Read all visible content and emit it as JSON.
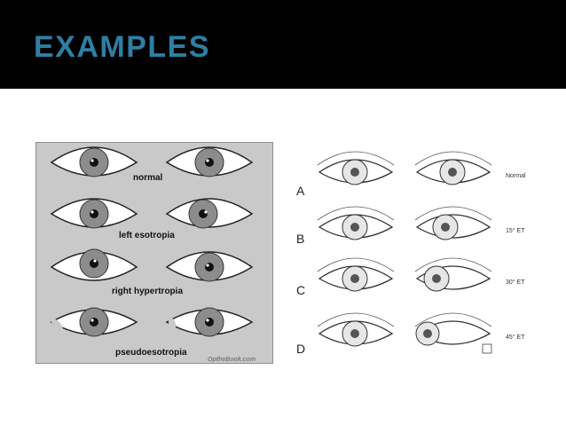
{
  "slide": {
    "title": "EXAMPLES",
    "header_color": "#000000",
    "title_color": "#2e7fa3"
  },
  "left_figure": {
    "rows": [
      {
        "label": "normal"
      },
      {
        "label": "left esotropia"
      },
      {
        "label": "right hypertropia"
      },
      {
        "label": "pseudoesotropia"
      }
    ],
    "watermark": "OptheBook.com"
  },
  "right_figure": {
    "rows": [
      {
        "letter": "A",
        "note": "Normal"
      },
      {
        "letter": "B",
        "note": "15° ET"
      },
      {
        "letter": "C",
        "note": "30° ET"
      },
      {
        "letter": "D",
        "note": "45° ET"
      }
    ]
  }
}
